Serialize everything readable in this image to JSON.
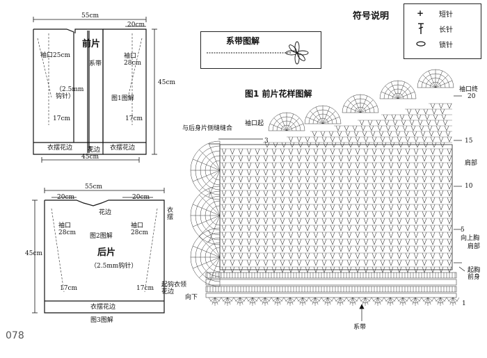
{
  "legend": {
    "title": "符号说明",
    "items": [
      {
        "symbol": "+",
        "label": "短针"
      },
      {
        "symbol": "T",
        "label": "长针"
      },
      {
        "symbol": "oval",
        "label": "锁针"
      }
    ]
  },
  "tie": {
    "title": "系带图解"
  },
  "front_piece": {
    "title": "前片",
    "width_top": "55cm",
    "width_bottom": "45cm",
    "side_top": "20cm",
    "height": "45cm",
    "armhole_left": "袖口25cm",
    "armhole_right": "袖口\n28cm",
    "tie_label": "系带",
    "hook": "（2.5mm\n钩针）",
    "ref": "图1图解",
    "side_left": "17cm",
    "side_right": "17cm",
    "hem_left": "衣摆花边",
    "hem_right": "衣摆花边",
    "edge": "花边"
  },
  "back_piece": {
    "title": "后片",
    "width_top": "55cm",
    "side_left": "20cm",
    "side_right": "20cm",
    "height": "45cm",
    "neck_edge": "花边",
    "armhole_left": "袖口\n28cm",
    "armhole_right": "袖口\n28cm",
    "ref": "图2图解",
    "hook": "（2.5mm钩针）",
    "bottom_left": "17cm",
    "bottom_right": "17cm",
    "hem": "衣摆花边",
    "caption": "图3图解"
  },
  "chart": {
    "title": "图1  前片花样图解",
    "side_seam_note": "与后身片侧缝缝合",
    "armhole_start": "袖口起",
    "armhole_start_num": "3",
    "armhole_end": "袖口终",
    "row_20": "20",
    "row_15": "15",
    "shoulder": "肩部",
    "row_10": "10",
    "row_5": "5",
    "up_to_shoulder": "向上胸",
    "shoulder2": "肩部",
    "start_front": "起胸\n前身",
    "hem_side": "衣\n摆",
    "start_collar": "起钩衣领\n花边",
    "down": "向下",
    "row_1": "1",
    "tie": "系带"
  },
  "page_number": "078"
}
